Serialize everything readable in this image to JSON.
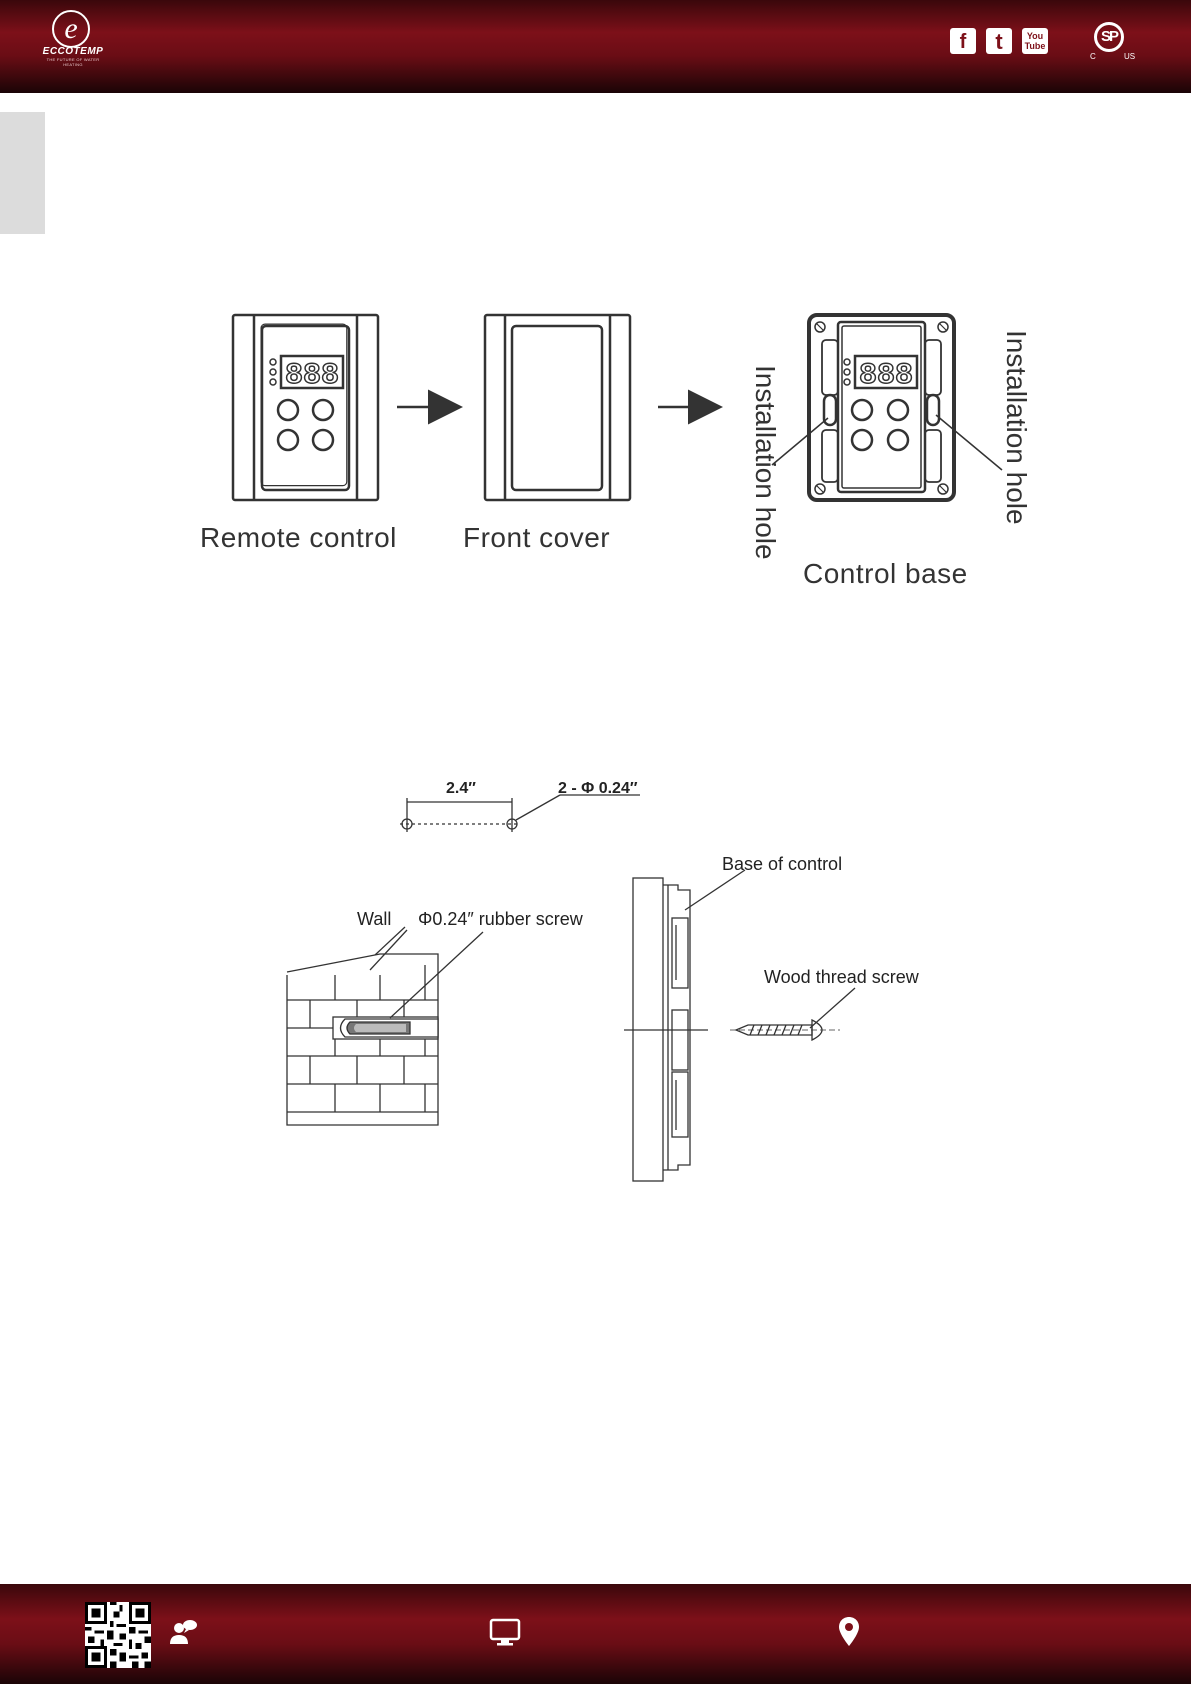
{
  "header": {
    "brand": "ECCOTEMP",
    "brand_tagline": "THE FUTURE OF WATER HEATING",
    "logo_mark": "e",
    "social": [
      {
        "icon": "facebook-icon",
        "glyph": "f"
      },
      {
        "icon": "twitter-icon",
        "glyph": "t"
      },
      {
        "icon": "youtube-icon",
        "glyph_top": "You",
        "glyph_bottom": "Tube"
      }
    ],
    "cert": {
      "mark": "SP",
      "left": "C",
      "right": "US"
    }
  },
  "figure1": {
    "remote_label": "Remote control",
    "cover_label": "Front cover",
    "base_label": "Control base",
    "hole_left_label": "Installation hole",
    "hole_right_label": "Installation hole",
    "display_digits": "888"
  },
  "figure2": {
    "spacing_label": "2.4″",
    "hole_label": "2 - Φ 0.24″",
    "base_label": "Base of control",
    "wall_label": "Wall",
    "rubber_screw_label": "Φ0.24″ rubber screw",
    "wood_screw_label": "Wood thread screw"
  },
  "footer": {
    "icons": [
      "qr-code-icon",
      "support-icon",
      "monitor-icon",
      "location-pin-icon"
    ]
  },
  "colors": {
    "brand_red": "#7d1019",
    "band_dark": "#1a0406",
    "line": "#333333"
  }
}
